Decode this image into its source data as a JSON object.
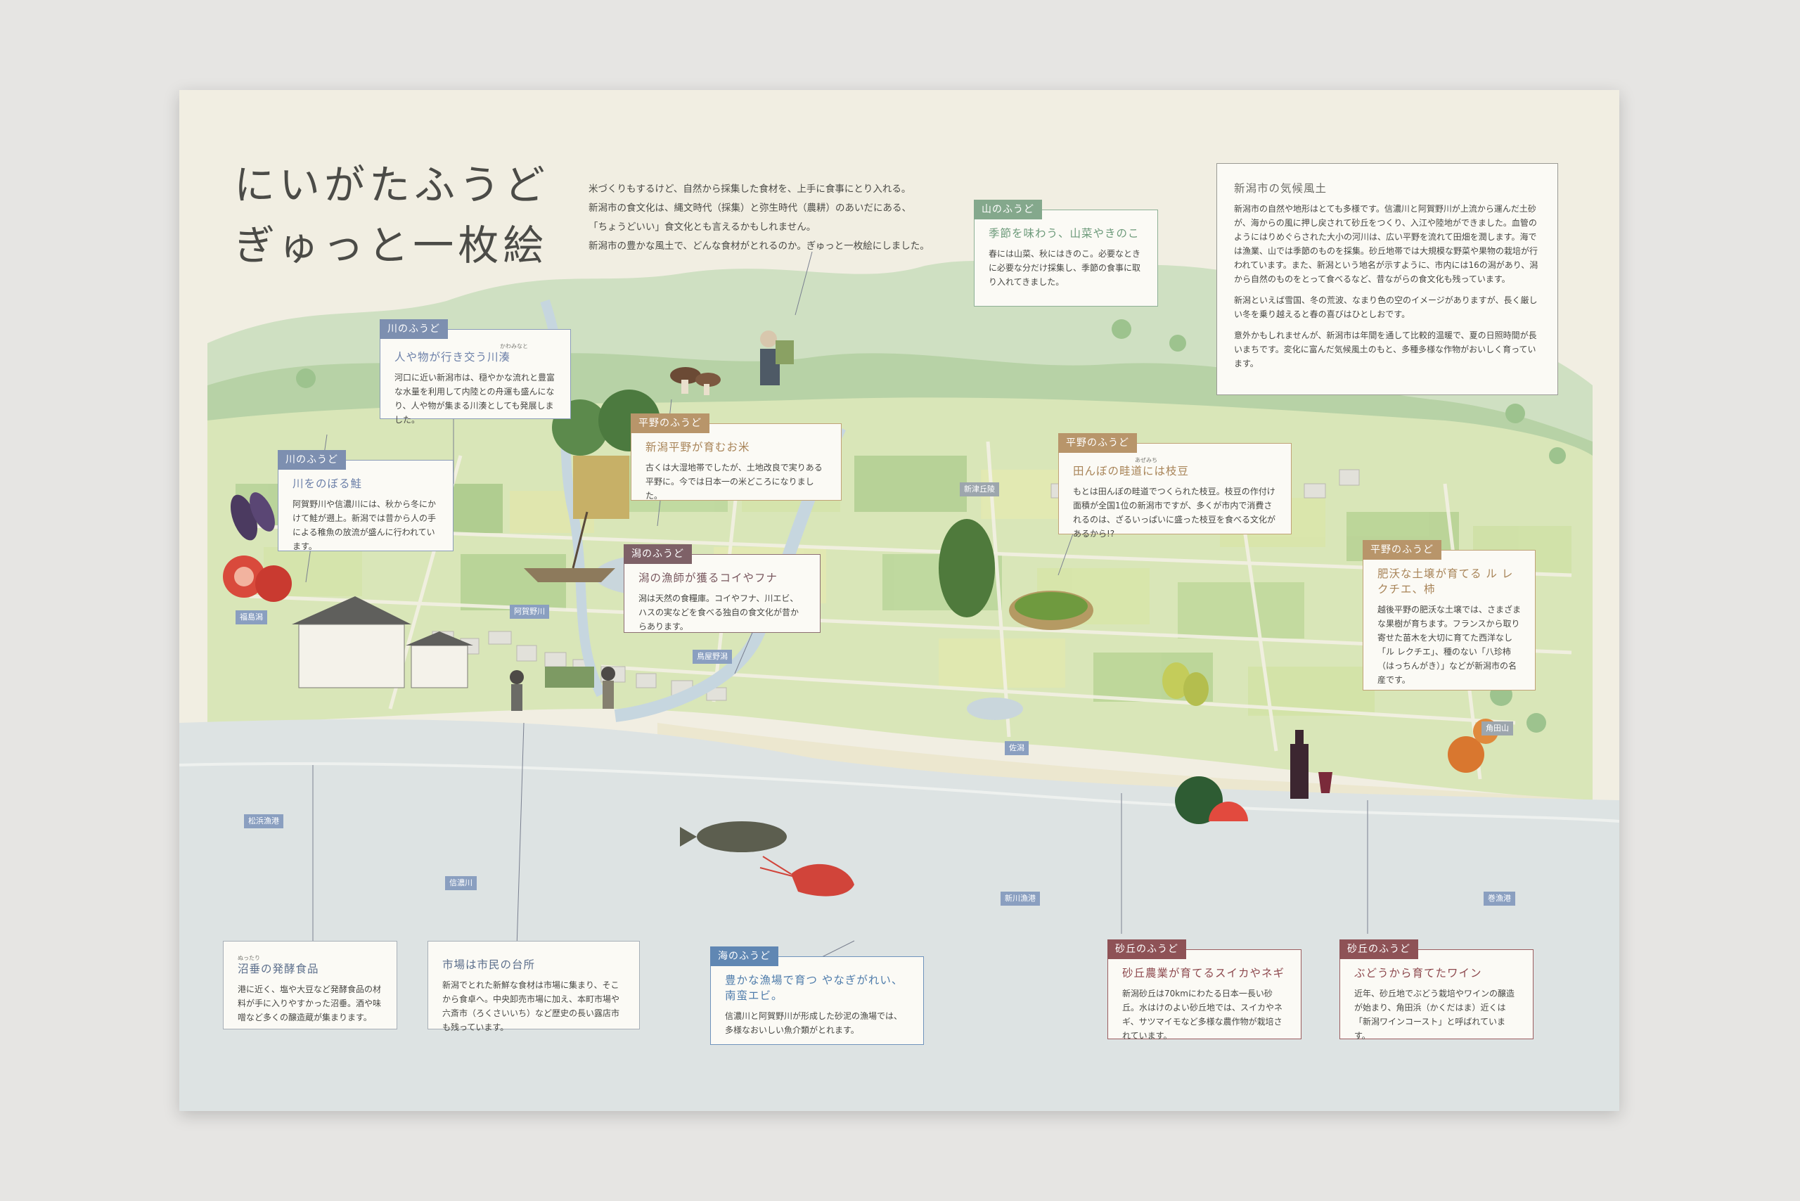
{
  "title": {
    "line1": "にいがたふうど",
    "line2": "ぎゅっと一枚絵"
  },
  "intro": {
    "lines": [
      "米づくりもするけど、自然から採集した食材を、上手に食事にとり入れる。",
      "新潟市の食文化は、縄文時代（採集）と弥生時代（農耕）のあいだにある、",
      "「ちょうどいい」食文化とも言えるかもしれません。",
      "新潟市の豊かな風土で、どんな食材がとれるのか。ぎゅっと一枚絵にしました。"
    ]
  },
  "colors": {
    "paper": "#f1eee2",
    "river": "#7d8fb0",
    "plain": "#b8956a",
    "marsh": "#7e6167",
    "mountain": "#84a88c",
    "sea": "#6087b3",
    "dune": "#8e5256",
    "field_green": "#b8d49a",
    "water": "#c9d6dc"
  },
  "boxes": {
    "mountain": {
      "tag": "山のふうど",
      "heading": "季節を味わう、山菜やきのこ",
      "body": "春には山菜、秋にはきのこ。必要なときに必要な分だけ採集し、季節の食事に取り入れてきました。"
    },
    "climate": {
      "heading": "新潟市の気候風土",
      "p1": "新潟市の自然や地形はとても多様です。信濃川と阿賀野川が上流から運んだ土砂が、海からの風に押し戻されて砂丘をつくり、入江や陸地ができました。血管のようにはりめぐらされた大小の河川は、広い平野を流れて田畑を潤します。海では漁業、山では季節のものを採集。砂丘地帯では大規模な野菜や果物の栽培が行われています。また、新潟という地名が示すように、市内には16の潟があり、潟から自然のものをとって食べるなど、昔ながらの食文化も残っています。",
      "p2": "新潟といえば雪国、冬の荒波、なまり色の空のイメージがありますが、長く厳しい冬を乗り越えると春の喜びはひとしおです。",
      "p3": "意外かもしれませんが、新潟市は年間を通して比較的温暖で、夏の日照時間が長いまちです。変化に富んだ気候風土のもと、多種多様な作物がおいしく育っています。"
    },
    "river1": {
      "tag": "川のふうど",
      "ruby": "かわみなと",
      "heading": "人や物が行き交う川湊",
      "body": "河口に近い新潟市は、穏やかな流れと豊富な水量を利用して内陸との舟運も盛んになり、人や物が集まる川湊としても発展しました。"
    },
    "plain1": {
      "tag": "平野のふうど",
      "heading": "新潟平野が育むお米",
      "body": "古くは大湿地帯でしたが、土地改良で実りある平野に。今では日本一の米どころになりました。"
    },
    "plain2": {
      "tag": "平野のふうど",
      "ruby": "あぜみち",
      "heading": "田んぼの畦道には枝豆",
      "body": "もとは田んぼの畦道でつくられた枝豆。枝豆の作付け面積が全国1位の新潟市ですが、多くが市内で消費されるのは、ざるいっぱいに盛った枝豆を食べる文化があるから!?"
    },
    "river2": {
      "tag": "川のふうど",
      "heading": "川をのぼる鮭",
      "body": "阿賀野川や信濃川には、秋から冬にかけて鮭が遡上。新潟では昔から人の手による稚魚の放流が盛んに行われています。"
    },
    "plain3": {
      "tag": "平野のふうど",
      "heading": "肥沃な土壌が育てる ル レクチエ、柿",
      "body": "越後平野の肥沃な土壌では、さまざまな果樹が育ちます。フランスから取り寄せた苗木を大切に育てた西洋なし「ル レクチエ」、種のない「八珍柿（はっちんがき）」などが新潟市の名産です。"
    },
    "marsh": {
      "tag": "潟のふうど",
      "heading": "潟の漁師が獲るコイやフナ",
      "body": "潟は天然の食糧庫。コイやフナ、川エビ、ハスの実などを食べる独自の食文化が昔からあります。"
    },
    "ferment": {
      "ruby": "ぬったり",
      "heading": "沼垂の発酵食品",
      "body": "港に近く、塩や大豆など発酵食品の材料が手に入りやすかった沼垂。酒や味噌など多くの醸造蔵が集まります。"
    },
    "market": {
      "heading": "市場は市民の台所",
      "body": "新潟でとれた新鮮な食材は市場に集まり、そこから食卓へ。中央卸売市場に加え、本町市場や六斎市（ろくさいいち）など歴史の長い露店市も残っています。"
    },
    "sea": {
      "tag": "海のふうど",
      "heading": "豊かな漁場で育つ やなぎがれい、南蛮エビ。",
      "body": "信濃川と阿賀野川が形成した砂泥の漁場では、多様なおいしい魚介類がとれます。"
    },
    "dune1": {
      "tag": "砂丘のふうど",
      "heading": "砂丘農業が育てるスイカやネギ",
      "body": "新潟砂丘は70kmにわたる日本一長い砂丘。水はけのよい砂丘地では、スイカやネギ、サツマイモなど多様な農作物が栽培されています。"
    },
    "dune2": {
      "tag": "砂丘のふうど",
      "heading": "ぶどうから育てたワイン",
      "body": "近年、砂丘地でぶどう栽培やワインの醸造が始まり、角田浜（かくだはま）近くは「新潟ワインコースト」と呼ばれています。"
    }
  },
  "places": {
    "fukushimagata": "福島潟",
    "aganogawa": "阿賀野川",
    "niitsu": "新津丘陵",
    "toyanogata": "鳥屋野潟",
    "sakata": "佐潟",
    "kakudayama": "角田山",
    "matsuhama": "松浜漁港",
    "shinanogawa": "信濃川",
    "shinkawa": "新川漁港",
    "maki": "巻漁港"
  },
  "map_icons": [
    "salmon-icon",
    "eggplant-icon",
    "tomato-icon",
    "rice-sheaf-icon",
    "boat-icon",
    "sake-brewery-icon",
    "market-people-icon",
    "mushroom-icon",
    "forager-icon",
    "edamame-icon",
    "pear-icon",
    "persimmon-icon",
    "watermelon-icon",
    "wine-bottle-icon",
    "flounder-icon",
    "shrimp-icon"
  ]
}
